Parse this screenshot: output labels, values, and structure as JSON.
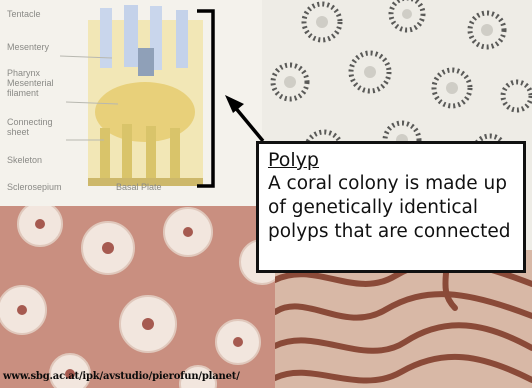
{
  "diagram": {
    "labels": [
      "Tentacle",
      "Mesentery",
      "Pharynx\nMesenterial\nfilament",
      "Connecting\nsheet",
      "Skeleton",
      "Sclerosepium"
    ],
    "basal_plate": "Basal Plate"
  },
  "callout": {
    "title": "Polyp",
    "body": "A coral colony is made up of genetically identical polyps that are connected"
  },
  "source_url": "www.sbg.ac.at/ipk/avstudio/pierofun/planet/",
  "colors": {
    "callout_border": "#111111",
    "bracket": "#000000"
  }
}
